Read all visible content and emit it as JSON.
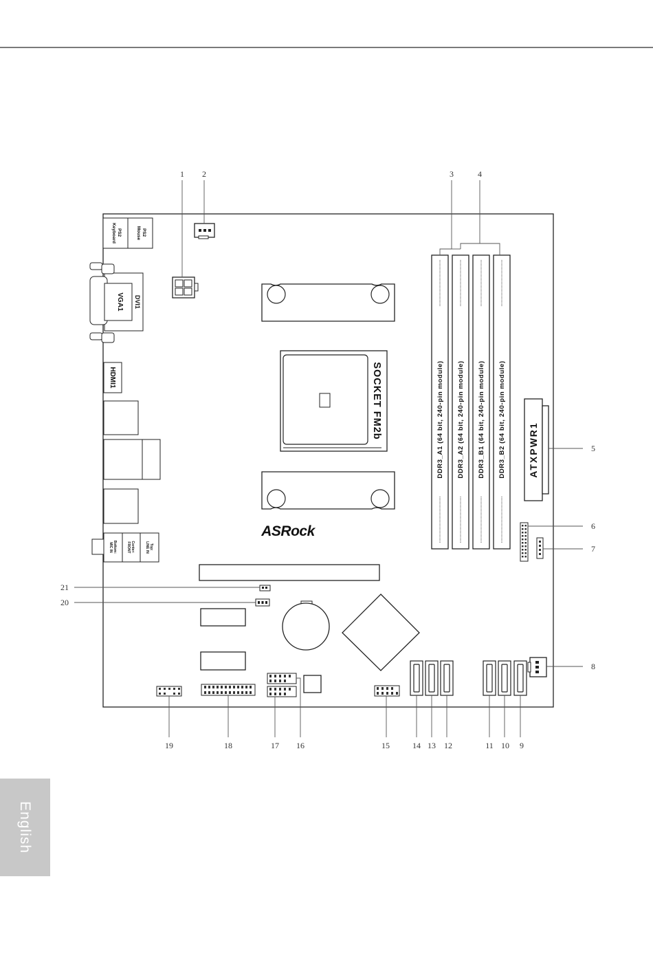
{
  "page": {
    "language_tab": "English"
  },
  "board": {
    "socket_label": "SOCKET FM2b",
    "brand_logo": "ASRock",
    "ps2_keyboard": [
      "PS2",
      "Keyboard"
    ],
    "ps2_mouse": [
      "PS2",
      "Mouse"
    ],
    "vga": "VGA1",
    "dvi": "DVI1",
    "hdmi": "HDMI1",
    "audio_labels": [
      [
        "Bottom:",
        "MIC IN"
      ],
      [
        "Center:",
        "FRONT"
      ],
      [
        "Top:",
        "LINE IN"
      ]
    ],
    "power_connector": "ATXPWR1",
    "dimm_slots": [
      "DDR3_A1 (64 bit, 240-pin module)",
      "DDR3_A2 (64 bit, 240-pin module)",
      "DDR3_B1 (64 bit, 240-pin module)",
      "DDR3_B2 (64 bit, 240-pin module)"
    ]
  },
  "callouts": {
    "top": [
      "1",
      "2",
      "3",
      "4"
    ],
    "right": [
      "5",
      "6",
      "7",
      "8"
    ],
    "bottom": [
      "19",
      "18",
      "17",
      "16",
      "15",
      "14",
      "13",
      "12",
      "11",
      "10",
      "9"
    ],
    "left": [
      "21",
      "20"
    ]
  }
}
